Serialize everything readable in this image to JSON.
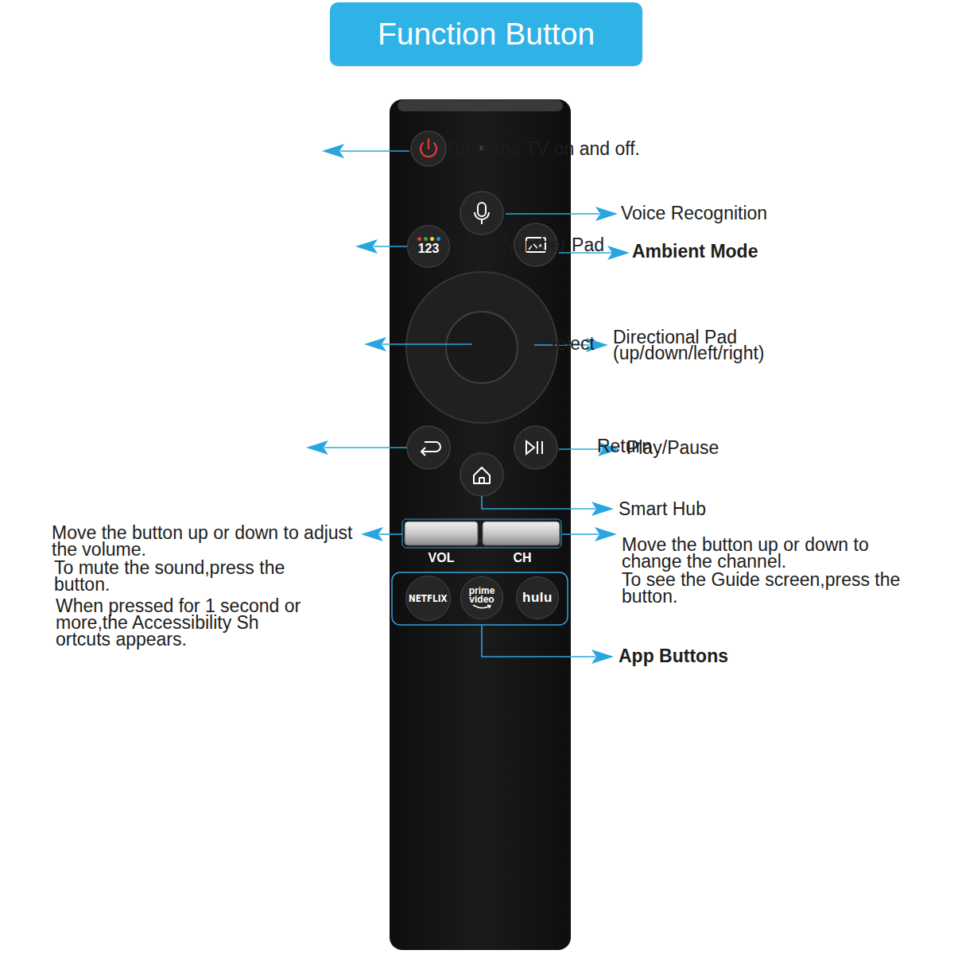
{
  "diagram": {
    "title": "Function Button",
    "nodes": [
      {
        "text": [
          "123"
        ]
      },
      {
        "text": [
          "NETFLIX"
        ]
      },
      {
        "text": [
          "prime video"
        ]
      },
      {
        "text": [
          "hulu"
        ]
      }
    ],
    "labels": [
      "Turns the TV on and off.",
      "Voice Recognition",
      "Number Pad",
      "Ambient Mode",
      "Select",
      "Directional Pad (up/down/left/right)",
      "Return",
      "Play/Pause",
      "Smart Hub",
      "Move the button up or down to adjust the volume.",
      "To mute the sound,press the button.",
      "When pressed for 1 second or more,the Accessibility Sh ortcuts appears.",
      "VOL",
      "CH",
      "Move the button up or down to change the channel.",
      "To see the Guide screen,press the button.",
      "App Buttons"
    ]
  }
}
